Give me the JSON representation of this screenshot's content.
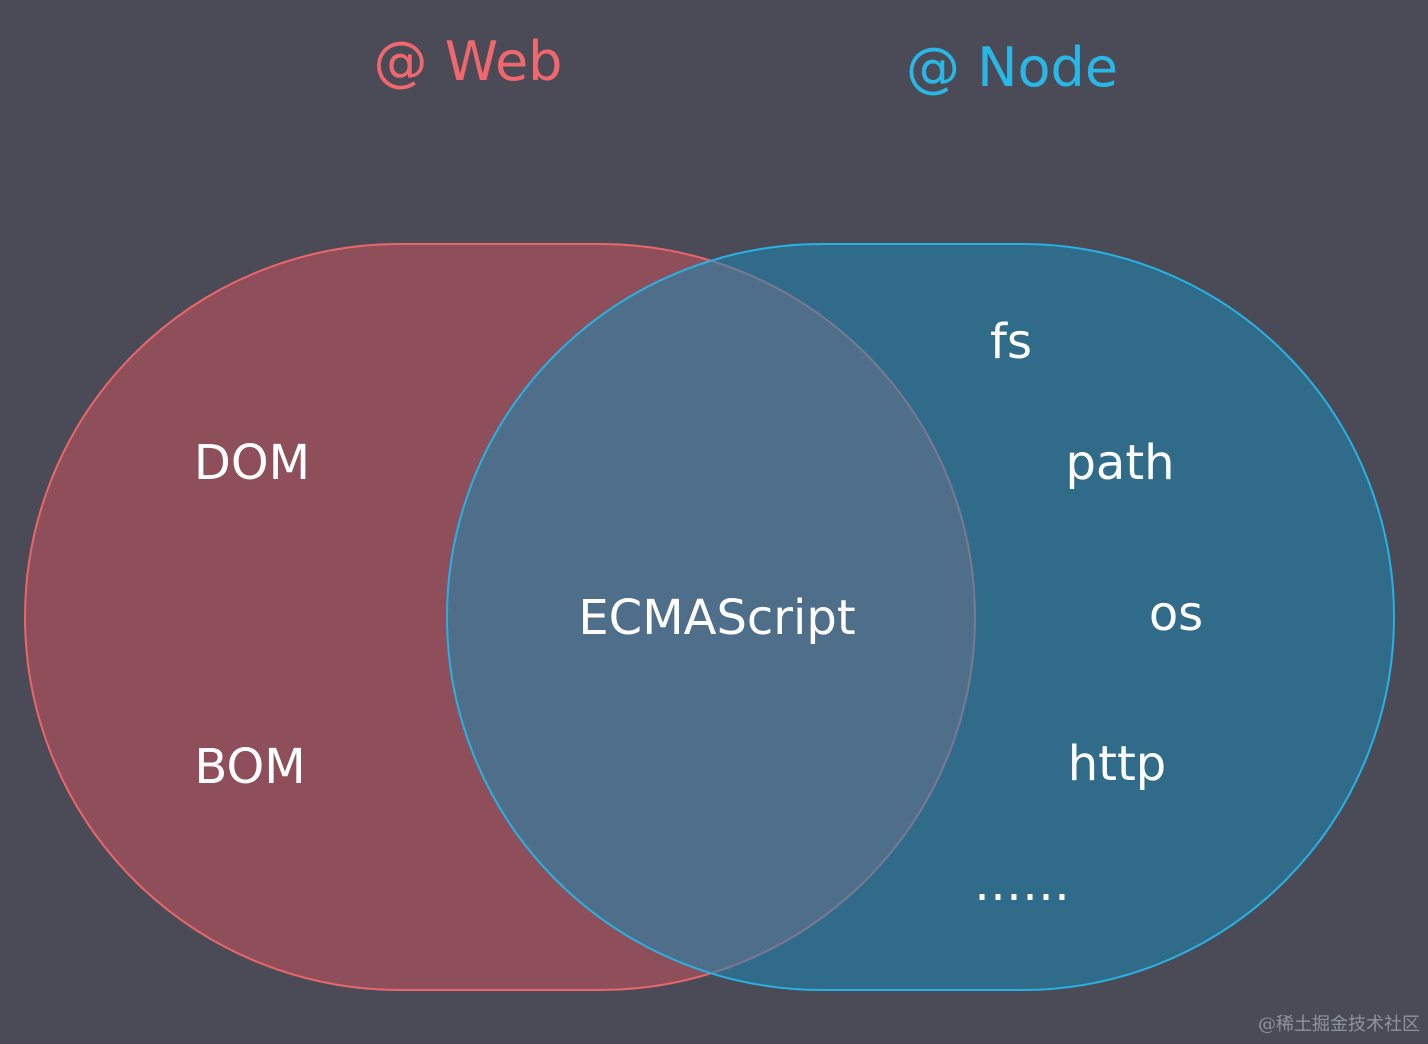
{
  "titles": {
    "web": "@ Web",
    "node": "@ Node"
  },
  "web_items": {
    "dom": "DOM",
    "bom": "BOM"
  },
  "shared_items": {
    "ecmascript": "ECMAScript"
  },
  "node_items": {
    "fs": "fs",
    "path": "path",
    "os": "os",
    "http": "http",
    "more": "……"
  },
  "watermark": "@稀土掘金技术社区",
  "colors": {
    "background": "#4a4b57",
    "web_title": "#f0686d",
    "node_title": "#29b7e6",
    "web_fill": "#c6545d",
    "web_stroke": "#e9666d",
    "node_fill": "#1b89b3",
    "node_stroke": "#28b1e2",
    "text": "#ffffff"
  }
}
